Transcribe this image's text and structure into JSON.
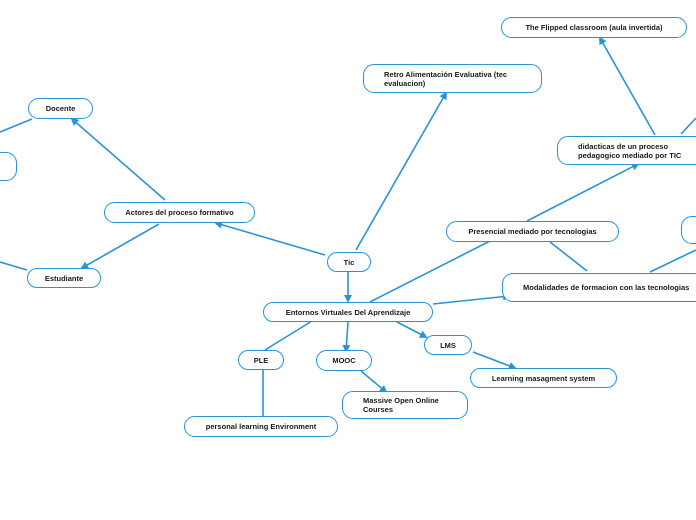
{
  "nodes": {
    "tic": "Tic",
    "entornos": "Entornos Virtuales Del Aprendizaje",
    "actores": "Actores del proceso formativo",
    "docente": "Docente",
    "estudiante": "Estudiante",
    "retro": "Retro Alimentación Evaluativa (tec evaluacion)",
    "flipped": "The Flipped classroom (aula invertida)",
    "didacticas": "didacticas de un proceso pedagogico mediado por TIC",
    "presencial": "Presencial mediado por tecnologias",
    "modalidades": "Modalidades de formacion con las tecnologias",
    "ple": "PLE",
    "ple_full": "personal learning Environment",
    "mooc": "MOOC",
    "mooc_full": "Massive Open Online Courses",
    "lms": "LMS",
    "lms_full": "Learning masagment system"
  },
  "colors": {
    "edge": "#2a93d5",
    "node_border": "#2a93d5",
    "text": "#1a1a1a"
  }
}
